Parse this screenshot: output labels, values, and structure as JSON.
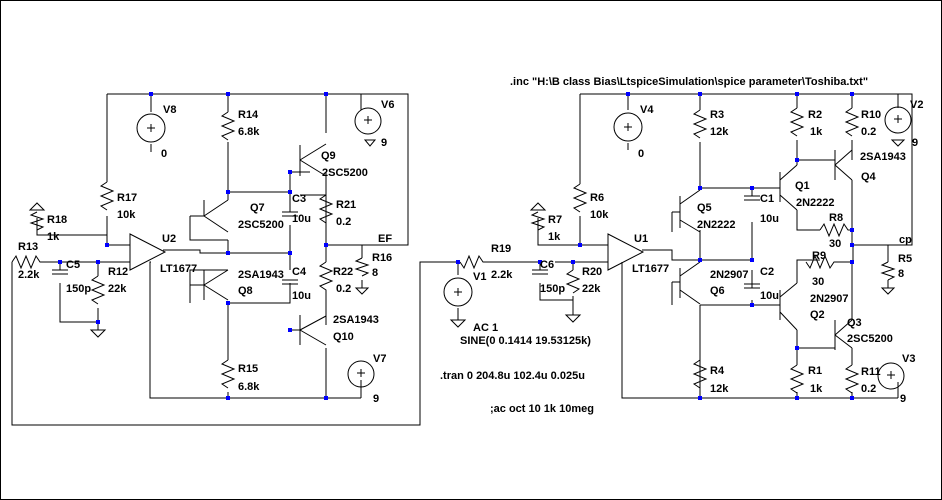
{
  "spice_directive": ".inc \"H:\\B class Bias\\LtspiceSimulation\\spice parameter\\Toshiba.txt\"",
  "left": {
    "labels": {
      "V8": "V8",
      "V8v": "0",
      "V6": "V6",
      "V6v": "9",
      "V7": "V7",
      "V7v": "9",
      "R14": "R14",
      "R14v": "6.8k",
      "R15": "R15",
      "R15v": "6.8k",
      "R17": "R17",
      "R17v": "10k",
      "R18": "R18",
      "R18v": "1k",
      "R13": "R13",
      "R13v": "2.2k",
      "R12": "R12",
      "R12v": "22k",
      "C5": "C5",
      "C5v": "150p",
      "U2": "U2",
      "U2v": "LT1677",
      "Q7": "Q7",
      "Q7v": "2SC5200",
      "Q8": "Q8",
      "Q8v": "2SA1943",
      "Q9": "Q9",
      "Q9v": "2SC5200",
      "Q10": "Q10",
      "Q10v": "2SA1943",
      "C3": "C3",
      "C3v": "10u",
      "C4": "C4",
      "C4v": "10u",
      "R21": "R21",
      "R21v": "0.2",
      "R22": "R22",
      "R22v": "0.2",
      "R16": "R16",
      "R16v": "8",
      "net": "EF"
    }
  },
  "right": {
    "labels": {
      "V4": "V4",
      "V4v": "0",
      "V2": "V2",
      "V2v": "9",
      "V3": "V3",
      "V3v": "9",
      "V1": "V1",
      "V1ac": "AC 1",
      "V1sine": "SINE(0 0.1414 19.53125k)",
      "tran": ".tran 0 204.8u 102.4u 0.025u",
      "ac": ";ac oct 10 1k 10meg",
      "R3": "R3",
      "R3v": "12k",
      "R4": "R4",
      "R4v": "12k",
      "R2": "R2",
      "R2v": "1k",
      "R1": "R1",
      "R1v": "1k",
      "R10": "R10",
      "R10v": "0.2",
      "R11": "R11",
      "R11v": "0.2",
      "R6": "R6",
      "R6v": "10k",
      "R7": "R7",
      "R7v": "1k",
      "R19": "R19",
      "R19v": "2.2k",
      "R20": "R20",
      "R20v": "22k",
      "C6": "C6",
      "C6v": "150p",
      "U1": "U1",
      "U1v": "LT1677",
      "Q5": "Q5",
      "Q5v": "2N2222",
      "Q6": "Q6",
      "Q6v": "2N2907",
      "Q1": "Q1",
      "Q1v": "2N2222",
      "Q2": "Q2",
      "Q2v": "2N2907",
      "Q3": "Q3",
      "Q3v": "2SC5200",
      "Q4": "Q4",
      "Q4v": "2SA1943",
      "C1": "C1",
      "C1v": "10u",
      "C2": "C2",
      "C2v": "10u",
      "R8": "R8",
      "R8v": "30",
      "R9": "R9",
      "R9v": "30",
      "R5": "R5",
      "R5v": "8",
      "net": "cp"
    }
  }
}
